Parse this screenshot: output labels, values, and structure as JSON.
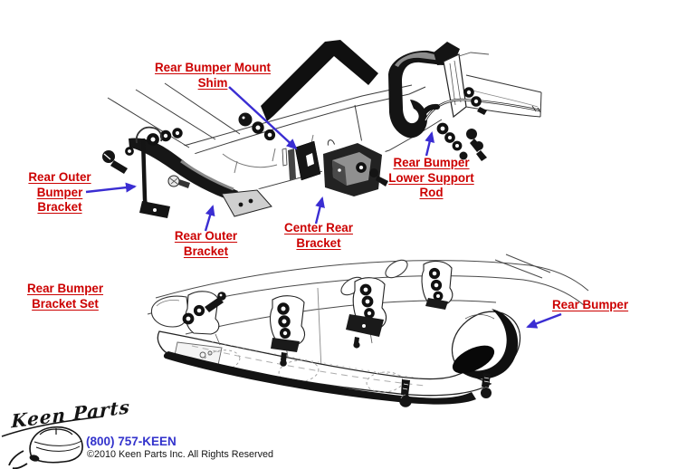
{
  "colors": {
    "label": "#cc0000",
    "arrow": "#3a2dd2",
    "phone": "#3333cc",
    "ink": "#141414"
  },
  "callouts": [
    {
      "id": "rear-bumper-mount-shim",
      "lines": [
        "Rear Bumper Mount",
        "Shim"
      ]
    },
    {
      "id": "rear-outer-bumper-bracket",
      "lines": [
        "Rear Outer",
        "Bumper",
        "Bracket"
      ]
    },
    {
      "id": "rear-outer-bracket",
      "lines": [
        "Rear Outer",
        "Bracket"
      ]
    },
    {
      "id": "center-rear-bracket",
      "lines": [
        "Center Rear",
        "Bracket"
      ]
    },
    {
      "id": "rear-bumper-lower-support-rod",
      "lines": [
        "Rear Bumper",
        "Lower Support",
        "Rod"
      ]
    },
    {
      "id": "rear-bumper-bracket-set",
      "lines": [
        "Rear Bumper",
        "Bracket Set"
      ]
    },
    {
      "id": "rear-bumper",
      "lines": [
        "Rear Bumper"
      ]
    }
  ],
  "brand": {
    "logo_text": "Keen Parts",
    "phone": "(800) 757-KEEN",
    "copyright": "©2010 Keen Parts Inc. All Rights Reserved"
  }
}
